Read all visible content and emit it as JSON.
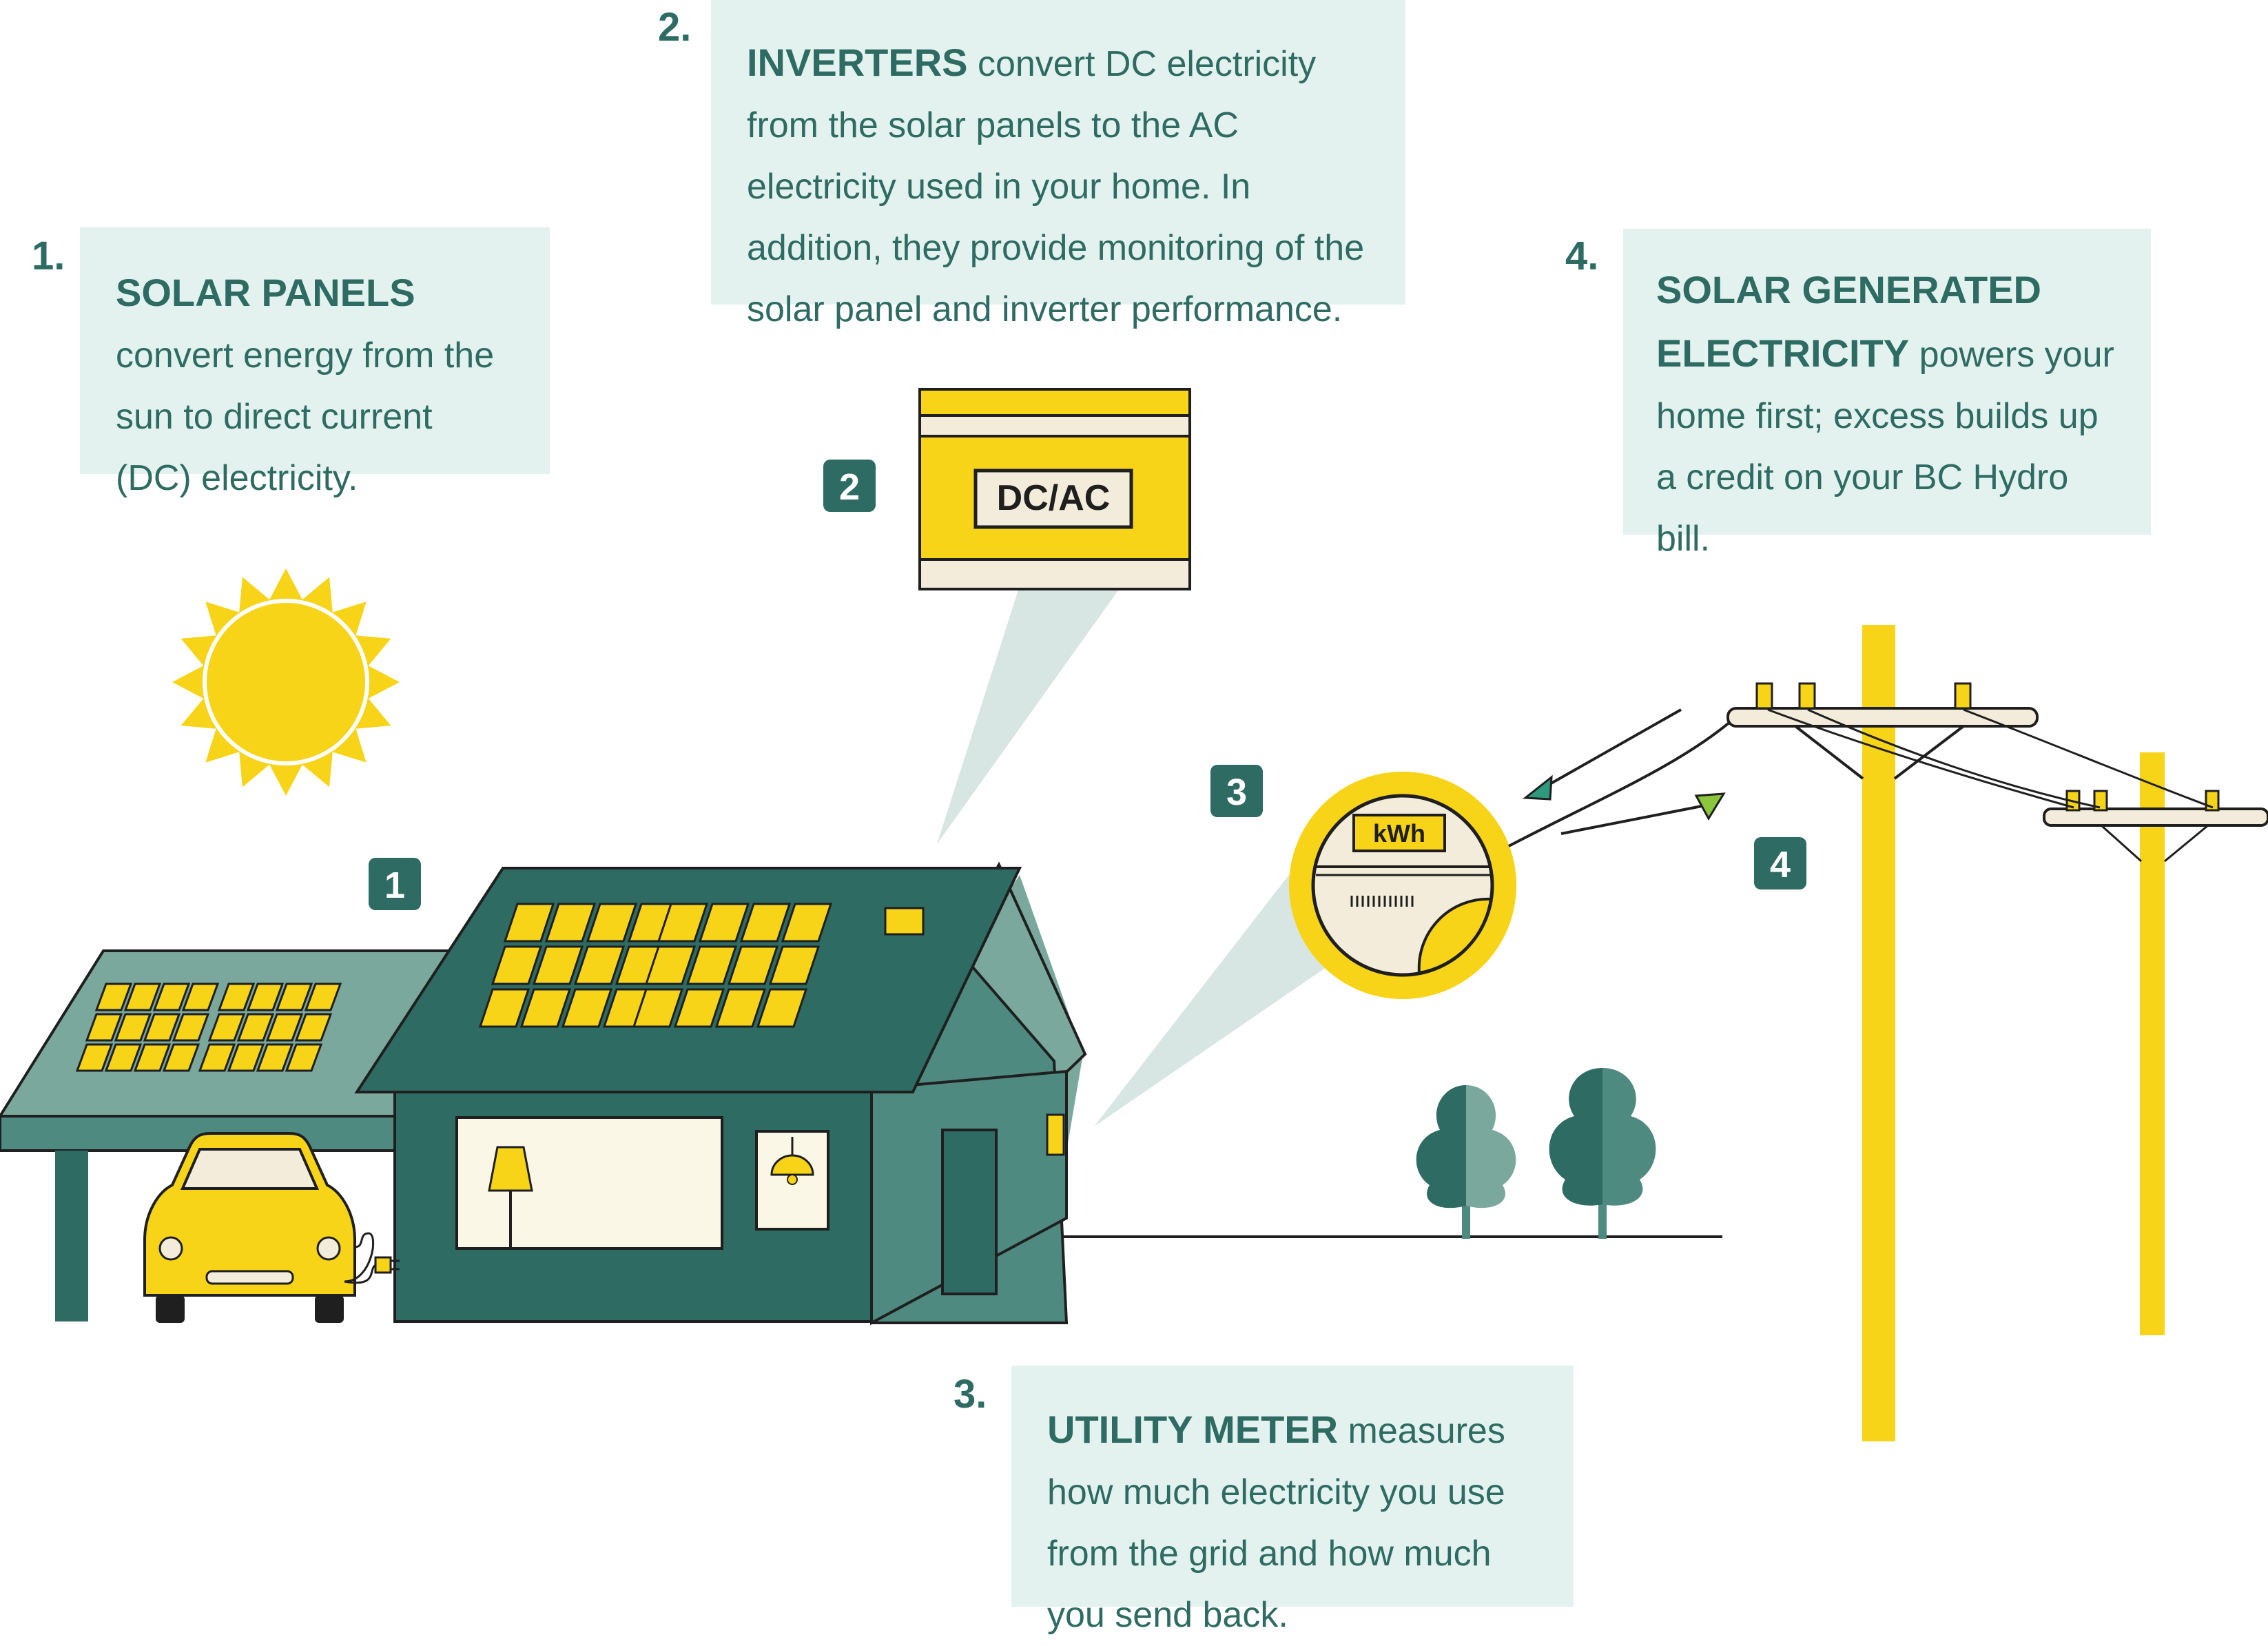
{
  "steps": [
    {
      "number": "1.",
      "title": "SOLAR PANELS",
      "text": "convert energy from the sun to direct current (DC) electricity."
    },
    {
      "number": "2.",
      "title": "INVERTERS",
      "text": "convert DC electricity from the solar panels to the AC electricity used in your home. In addition, they provide monitoring of the solar panel and inverter performance."
    },
    {
      "number": "3.",
      "title": "UTILITY METER",
      "text": "measures how much electricity you use from the grid and how much you send back."
    },
    {
      "number": "4.",
      "title": "SOLAR GENERATED ELECTRICITY",
      "text": "powers your home first; excess builds up a credit on your BC Hydro bill."
    }
  ],
  "badges": [
    "1",
    "2",
    "3",
    "4"
  ],
  "inverter_label": "DC/AC",
  "meter_label": "kWh",
  "colors": {
    "teal_dark": "#2d6b63",
    "teal_mid": "#4e8a80",
    "teal_light": "#7aa89c",
    "yellow": "#f7d417",
    "callout_bg": "#e3f2ee",
    "cream": "#f3ecda"
  },
  "icons": [
    "sun-icon",
    "house-icon",
    "solar-panel-icon",
    "inverter-icon",
    "utility-meter-icon",
    "power-pole-icon",
    "tree-icon",
    "electric-car-icon",
    "lamp-icon"
  ]
}
